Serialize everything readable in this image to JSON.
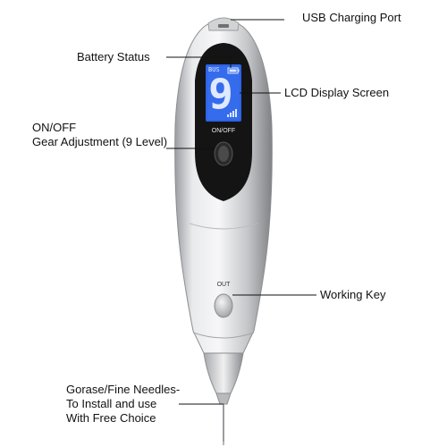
{
  "callouts": {
    "usb_port": "USB Charging Port",
    "battery_status": "Battery Status",
    "lcd_display": "LCD Display Screen",
    "onoff_gear": "ON/OFF\nGear Adjustment (9 Level)",
    "working_key": "Working Key",
    "needles": "Gorase/Fine Needles-\nTo Install and use\nWith Free Choice"
  },
  "device": {
    "lcd_level": "9",
    "lcd_mode": "BUS",
    "power_button_label": "ON/OFF",
    "out_button_label": "OUT"
  },
  "colors": {
    "body": "#d9dadc",
    "lcd_background": "#2d63e6",
    "lcd_digit": "#dfe9ff",
    "panel": "#141414"
  }
}
